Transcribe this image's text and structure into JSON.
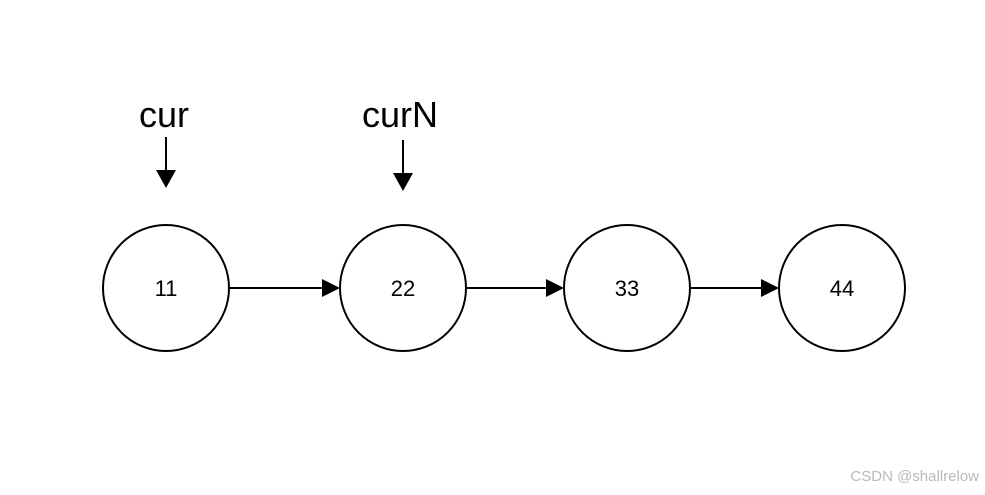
{
  "pointers": [
    {
      "label": "cur",
      "points_to": "11"
    },
    {
      "label": "curN",
      "points_to": "22"
    }
  ],
  "nodes": [
    {
      "value": "11"
    },
    {
      "value": "22"
    },
    {
      "value": "33"
    },
    {
      "value": "44"
    }
  ],
  "edges": [
    {
      "from": "11",
      "to": "22"
    },
    {
      "from": "22",
      "to": "33"
    },
    {
      "from": "33",
      "to": "44"
    }
  ],
  "watermark": "CSDN @shallrelow",
  "colors": {
    "stroke": "#000000",
    "background": "#ffffff",
    "watermark": "#b9b9b9"
  }
}
